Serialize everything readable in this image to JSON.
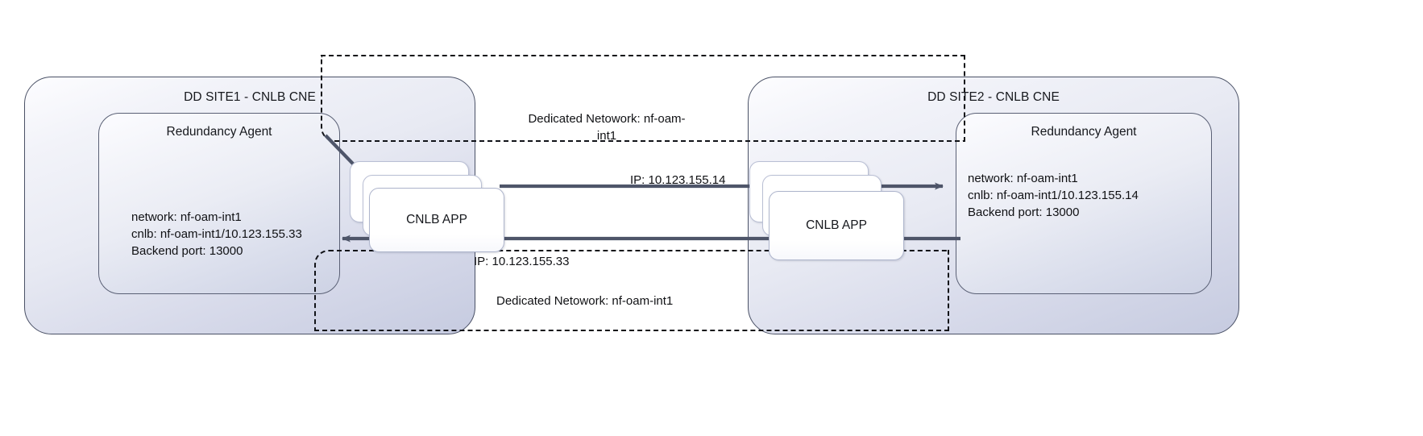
{
  "diagram": {
    "title": "CNLB cross-site redundancy network diagram",
    "colors": {
      "container_border": "#4a5166",
      "dotted_border": "#111318",
      "arrow": "#4e5569",
      "text": "#101114",
      "card_bg": "#ffffff"
    }
  },
  "sites": [
    {
      "id": "site1",
      "title": "DD SITE1 - CNLB CNE",
      "agent": {
        "title": "Redundancy Agent",
        "lines": [
          "network: nf-oam-int1",
          "cnlb: nf-oam-int1/10.123.155.33",
          "Backend port: 13000"
        ]
      },
      "app": {
        "label": "CNLB APP",
        "copies": 3
      }
    },
    {
      "id": "site2",
      "title": "DD SITE2 - CNLB CNE",
      "agent": {
        "title": "Redundancy Agent",
        "lines": [
          "network: nf-oam-int1",
          "cnlb: nf-oam-int1/10.123.155.14",
          "Backend port: 13000"
        ]
      },
      "app": {
        "label": "CNLB APP",
        "copies": 3
      }
    }
  ],
  "networks": [
    {
      "id": "dedicated-top",
      "label_line1": "Dedicated Netowork: nf-oam-",
      "label_line2": "int1"
    },
    {
      "id": "dedicated-bottom",
      "label_line1": "Dedicated Netowork: nf-oam-int1",
      "label_line2": ""
    }
  ],
  "flows": [
    {
      "id": "flow-to-site2",
      "label": "IP: 10.123.155.14",
      "direction": "left-to-right"
    },
    {
      "id": "flow-to-site1",
      "label": "IP: 10.123.155.33",
      "direction": "right-to-left"
    }
  ]
}
